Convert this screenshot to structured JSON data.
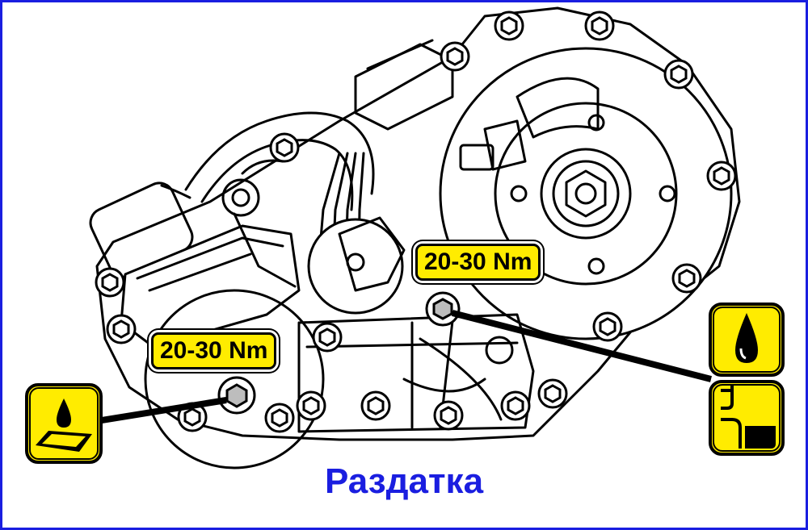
{
  "labels": {
    "torque_upper": "20-30 Nm",
    "torque_lower": "20-30 Nm"
  },
  "caption": "Раздатка",
  "icons": {
    "left": "oil-drain-pan-icon",
    "right_top": "oil-drop-icon",
    "right_bottom": "oil-fill-level-icon"
  },
  "colors": {
    "border": "#1a1ee0",
    "caption": "#1a1ee0",
    "label_fill": "#ffec00",
    "line": "#000000"
  }
}
